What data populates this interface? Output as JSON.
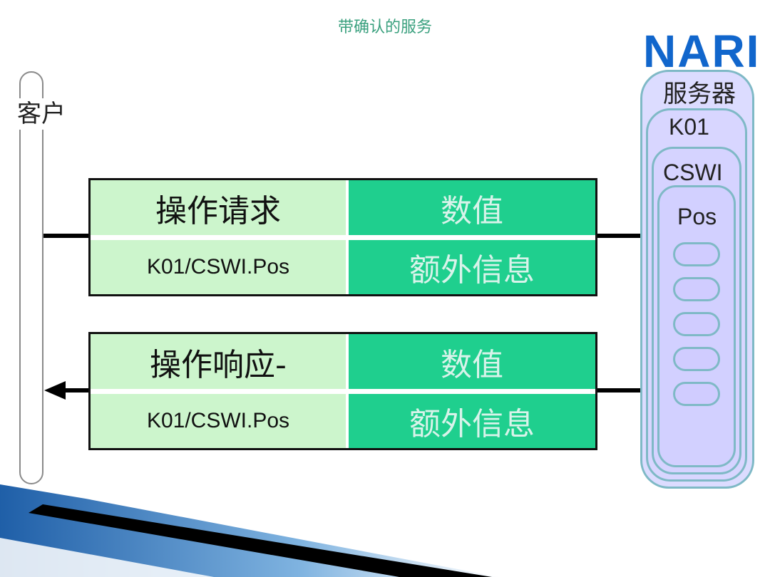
{
  "title": "带确认的服务",
  "client": {
    "label": "客户"
  },
  "request": {
    "op_label": "操作请求",
    "value_label": "数值",
    "ref_label": "K01/CSWI.Pos",
    "extra_label": "额外信息"
  },
  "response": {
    "op_label": "操作响应-",
    "value_label": "数值",
    "ref_label": "K01/CSWI.Pos",
    "extra_label": "额外信息"
  },
  "server": {
    "logo": "NARI",
    "label": "服务器",
    "levels": [
      "K01",
      "CSWI",
      "Pos"
    ],
    "data_item_count": 5
  },
  "colors": {
    "title": "#3aa07e",
    "left_cell": "#ccf5cc",
    "right_cell": "#1fcf8e",
    "server_fill": "#d0ccff",
    "server_border": "#7fb9c6",
    "logo": "#1166cc"
  }
}
